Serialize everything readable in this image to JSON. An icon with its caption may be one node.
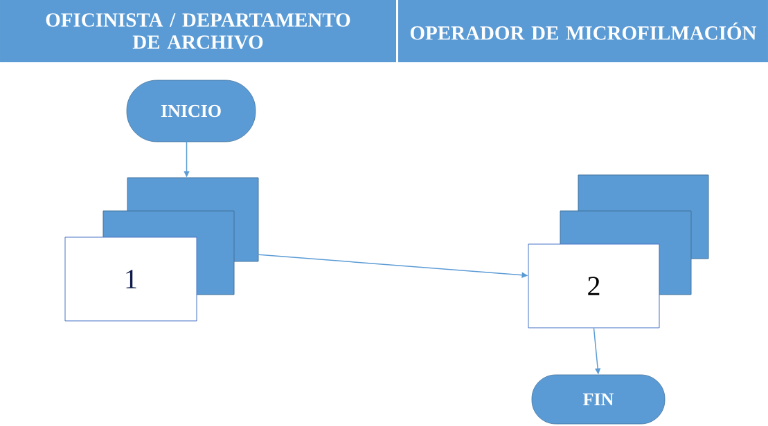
{
  "diagram": {
    "nodes": [
      {
        "text": [
          "OFICINISTA / DEPARTAMENTO DE ARCHIVO"
        ]
      },
      {
        "text": [
          "OPERADOR DE MICROFILMACIÓN"
        ]
      },
      {
        "text": [
          "INICIO"
        ]
      },
      {
        "text": [
          "1"
        ]
      },
      {
        "text": [
          "2"
        ]
      },
      {
        "text": [
          "FIN"
        ]
      }
    ],
    "edges": [
      {
        "from": 2,
        "to": 3,
        "arrow": "to"
      },
      {
        "from": 3,
        "to": 4,
        "arrow": "to"
      },
      {
        "from": 4,
        "to": 5,
        "arrow": "to"
      }
    ]
  }
}
